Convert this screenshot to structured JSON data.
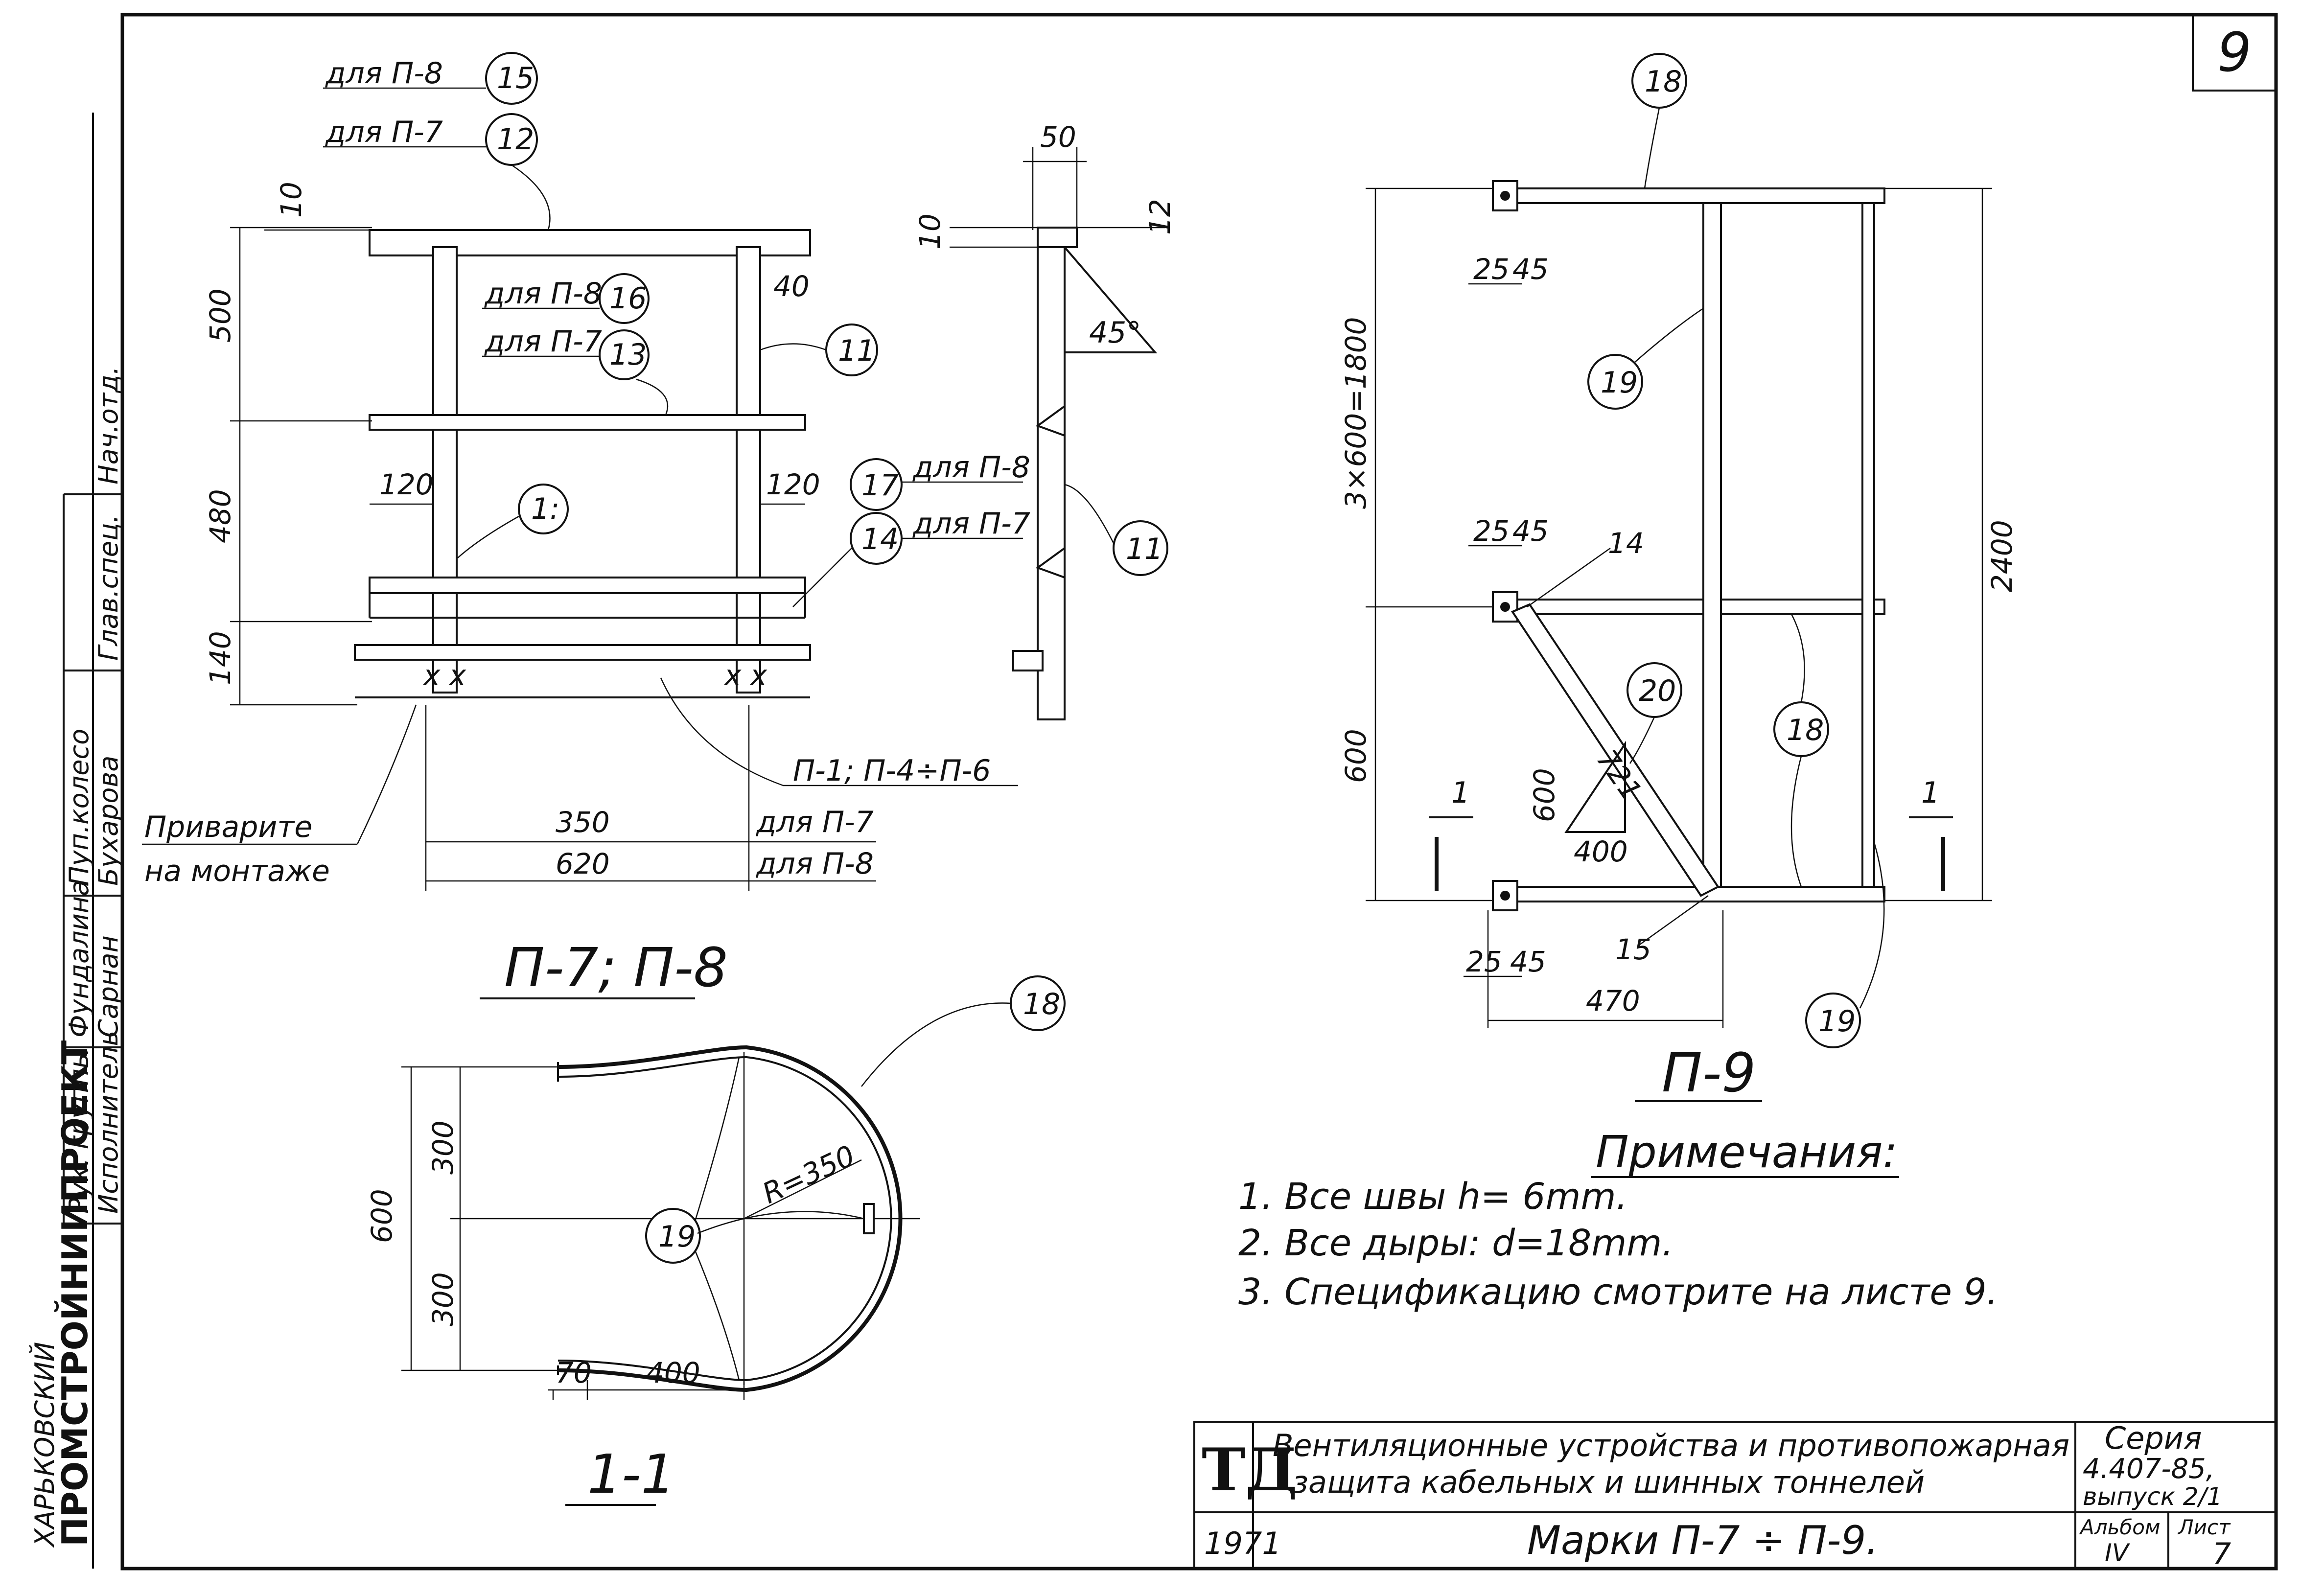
{
  "sheet_number": "9",
  "side_stamp": {
    "org_line1": "ХАРЬКОВСКИЙ",
    "org_line2": "ПРОМСТРОЙНИИПРОЕКТ",
    "rows": [
      "Рук. группы",
      "Исполнитель",
      "Фундалина",
      "Сарнан",
      "Пуп.колесо",
      "Бухарова"
    ],
    "top_cell": "Нач.отд.",
    "mid_cell": "Глав.спец."
  },
  "view_p7p8": {
    "title": "П-7; П-8",
    "dims": [
      "10",
      "500",
      "480",
      "140",
      "120",
      "120",
      "40",
      "350",
      "620"
    ],
    "dim_notes": [
      "для П-7",
      "для П-8"
    ],
    "callouts": [
      {
        "num": "15",
        "note": "для П-8"
      },
      {
        "num": "12",
        "note": "для П-7"
      },
      {
        "num": "16",
        "note": "для П-8"
      },
      {
        "num": "13",
        "note": "для П-7"
      },
      {
        "num": "11",
        "note": ""
      },
      {
        "num": "1:",
        "note": ""
      },
      {
        "num": "17",
        "note": "для П-8"
      },
      {
        "num": "14",
        "note": "для П-7"
      }
    ],
    "weld_note_line1": "Приварите",
    "weld_note_line2": "на монтаже",
    "ref_note": "П-1; П-4÷П-6"
  },
  "side_detail": {
    "dims": [
      "50",
      "10",
      "12"
    ],
    "angle": "45°",
    "callout": "11"
  },
  "view_p9": {
    "title": "П-9",
    "dims": [
      "3×600=1800",
      "600",
      "2400",
      "25",
      "45",
      "25",
      "45",
      "25",
      "45",
      "470",
      "14",
      "15"
    ],
    "slope": {
      "rise": "600",
      "run": "400",
      "hyp": "721"
    },
    "section_mark": "1",
    "callouts": [
      "18",
      "19",
      "20",
      "18",
      "19"
    ]
  },
  "view_section": {
    "title": "1-1",
    "dims": [
      "600",
      "300",
      "300",
      "70",
      "400"
    ],
    "radius": "R=350",
    "callouts": [
      "18",
      "19"
    ]
  },
  "notes": {
    "heading": "Примечания:",
    "items": [
      "1. Все швы h= 6mm.",
      "2. Все дыры: d=18mm.",
      "3. Спецификацию смотрите на листе 9."
    ]
  },
  "title_block": {
    "logo": "ТД",
    "year": "1971",
    "project_line1": "Вентиляционные устройства и противопожарная",
    "project_line2": "защита кабельных и шинных тоннелей",
    "drawing_title": "Марки П-7 ÷ П-9.",
    "series_label": "Серия",
    "series_value": "4.407-85,",
    "issue": "выпуск 2/1",
    "album_label": "Альбом",
    "album_value": "IV",
    "sheet_label": "Лист",
    "sheet_value": "7"
  }
}
